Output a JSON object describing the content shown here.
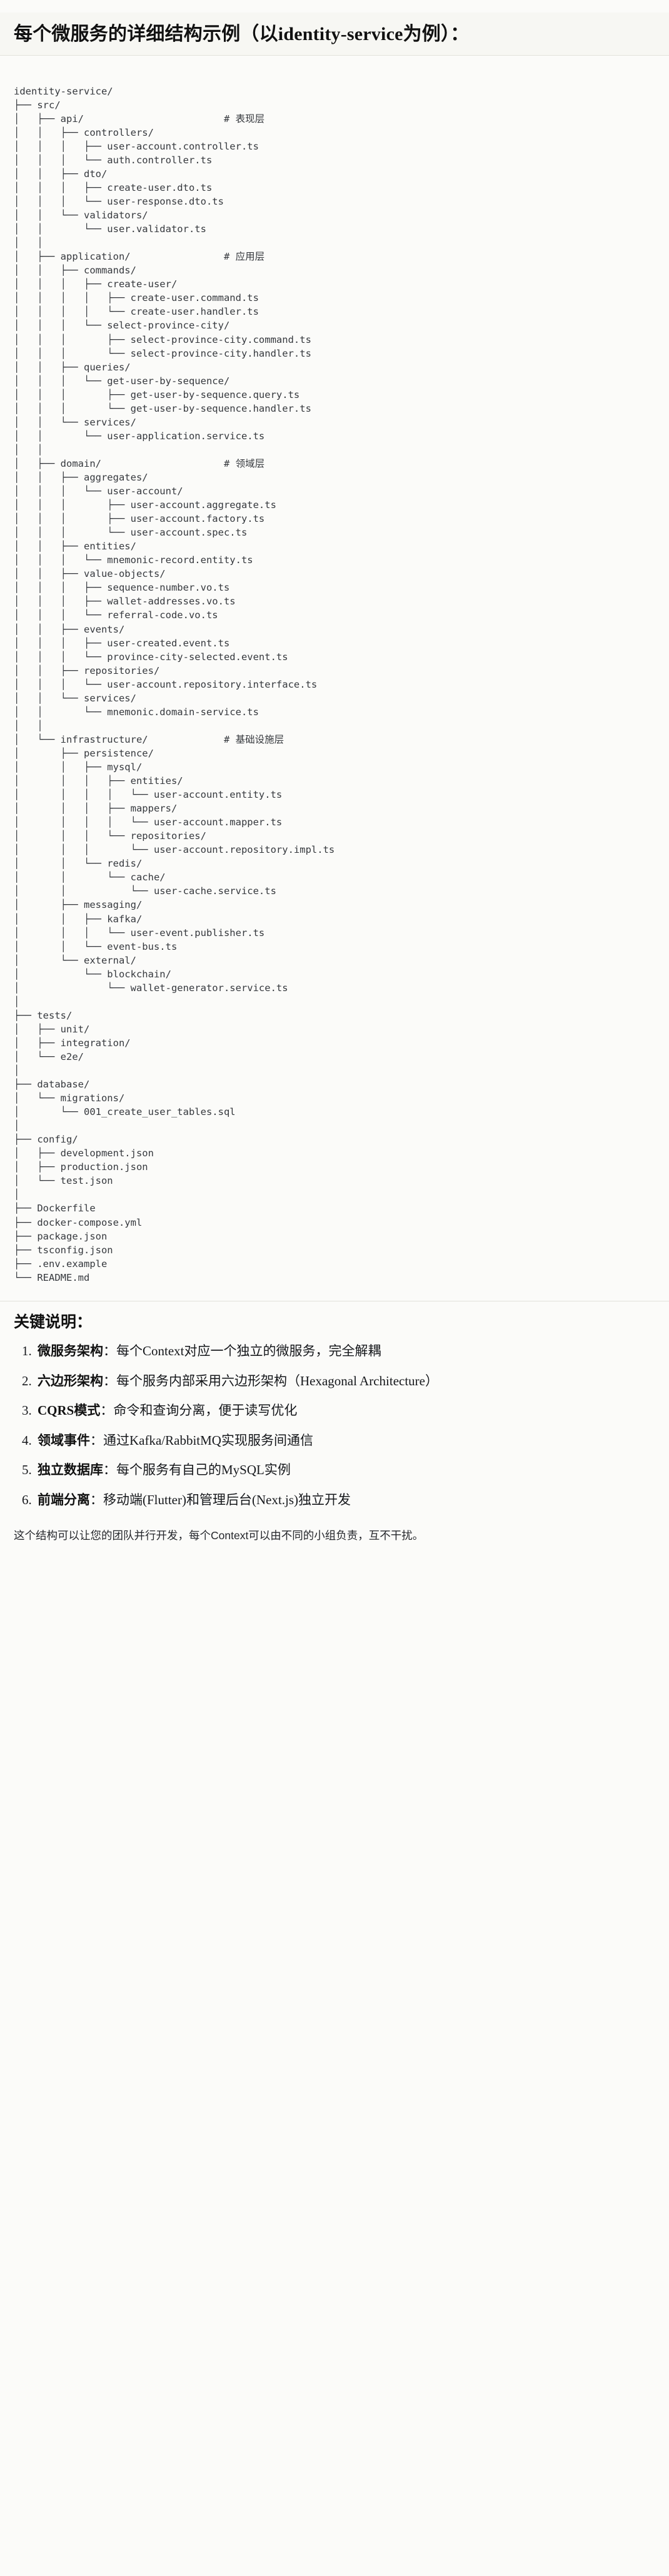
{
  "document": {
    "heading": "每个微服务的详细结构示例（以identity-service为例）："
  },
  "tree": {
    "root": "identity-service/",
    "text": "identity-service/\n├── src/\n│   ├── api/                        # 表现层\n│   │   ├── controllers/\n│   │   │   ├── user-account.controller.ts\n│   │   │   └── auth.controller.ts\n│   │   ├── dto/\n│   │   │   ├── create-user.dto.ts\n│   │   │   └── user-response.dto.ts\n│   │   └── validators/\n│   │       └── user.validator.ts\n│   │\n│   ├── application/                # 应用层\n│   │   ├── commands/\n│   │   │   ├── create-user/\n│   │   │   │   ├── create-user.command.ts\n│   │   │   │   └── create-user.handler.ts\n│   │   │   └── select-province-city/\n│   │   │       ├── select-province-city.command.ts\n│   │   │       └── select-province-city.handler.ts\n│   │   ├── queries/\n│   │   │   └── get-user-by-sequence/\n│   │   │       ├── get-user-by-sequence.query.ts\n│   │   │       └── get-user-by-sequence.handler.ts\n│   │   └── services/\n│   │       └── user-application.service.ts\n│   │\n│   ├── domain/                     # 领域层\n│   │   ├── aggregates/\n│   │   │   └── user-account/\n│   │   │       ├── user-account.aggregate.ts\n│   │   │       ├── user-account.factory.ts\n│   │   │       └── user-account.spec.ts\n│   │   ├── entities/\n│   │   │   └── mnemonic-record.entity.ts\n│   │   ├── value-objects/\n│   │   │   ├── sequence-number.vo.ts\n│   │   │   ├── wallet-addresses.vo.ts\n│   │   │   └── referral-code.vo.ts\n│   │   ├── events/\n│   │   │   ├── user-created.event.ts\n│   │   │   └── province-city-selected.event.ts\n│   │   ├── repositories/\n│   │   │   └── user-account.repository.interface.ts\n│   │   └── services/\n│   │       └── mnemonic.domain-service.ts\n│   │\n│   └── infrastructure/             # 基础设施层\n│       ├── persistence/\n│       │   ├── mysql/\n│       │   │   ├── entities/\n│       │   │   │   └── user-account.entity.ts\n│       │   │   ├── mappers/\n│       │   │   │   └── user-account.mapper.ts\n│       │   │   └── repositories/\n│       │   │       └── user-account.repository.impl.ts\n│       │   └── redis/\n│       │       └── cache/\n│       │           └── user-cache.service.ts\n│       ├── messaging/\n│       │   ├── kafka/\n│       │   │   └── user-event.publisher.ts\n│       │   └── event-bus.ts\n│       └── external/\n│           └── blockchain/\n│               └── wallet-generator.service.ts\n│\n├── tests/\n│   ├── unit/\n│   ├── integration/\n│   └── e2e/\n│\n├── database/\n│   └── migrations/\n│       └── 001_create_user_tables.sql\n│\n├── config/\n│   ├── development.json\n│   ├── production.json\n│   └── test.json\n│\n├── Dockerfile\n├── docker-compose.yml\n├── package.json\n├── tsconfig.json\n├── .env.example\n└── README.md",
    "layer_comments": [
      {
        "path": "api/",
        "comment": "# 表现层"
      },
      {
        "path": "application/",
        "comment": "# 应用层"
      },
      {
        "path": "domain/",
        "comment": "# 领域层"
      },
      {
        "path": "infrastructure/",
        "comment": "# 基础设施层"
      }
    ]
  },
  "keypoints": {
    "title": "关键说明：",
    "items": [
      {
        "term": "微服务架构",
        "sep": "：",
        "desc": "每个Context对应一个独立的微服务，完全解耦"
      },
      {
        "term": "六边形架构",
        "sep": "：",
        "desc": "每个服务内部采用六边形架构（Hexagonal Architecture）"
      },
      {
        "term": "CQRS模式",
        "sep": "：",
        "desc": "命令和查询分离，便于读写优化"
      },
      {
        "term": "领域事件",
        "sep": "：",
        "desc": "通过Kafka/RabbitMQ实现服务间通信"
      },
      {
        "term": "独立数据库",
        "sep": "：",
        "desc": "每个服务有自己的MySQL实例"
      },
      {
        "term": "前端分离",
        "sep": "：",
        "desc": "移动端(Flutter)和管理后台(Next.js)独立开发"
      }
    ]
  },
  "closing": {
    "text": "这个结构可以让您的团队并行开发，每个Context可以由不同的小组负责，互不干扰。"
  },
  "colors": {
    "page_background": "#fbfbf9",
    "heading_background": "#f7f7f3",
    "rule": "#e2e2dc",
    "code_text": "#35383d",
    "body_text": "#16181c"
  }
}
